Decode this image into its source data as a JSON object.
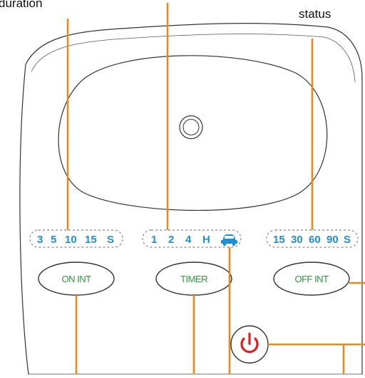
{
  "callouts": {
    "top_left": "duration",
    "top_right": "status"
  },
  "indicators": {
    "on_interval": [
      "3",
      "5",
      "10",
      "15",
      "S"
    ],
    "timer": [
      "1",
      "2",
      "4",
      "H"
    ],
    "timer_car_icon": "car-icon",
    "off_interval": [
      "15",
      "30",
      "60",
      "90",
      "S"
    ]
  },
  "buttons": {
    "on_int": "ON INT",
    "timer": "TIMER",
    "off_int": "OFF INT",
    "power_icon": "power-icon"
  },
  "colors": {
    "leader_line": "#e8891f",
    "indicator_text": "#1f8fd0",
    "button_text": "#2a9a3a",
    "power": "#e02020",
    "outline": "#333333"
  }
}
